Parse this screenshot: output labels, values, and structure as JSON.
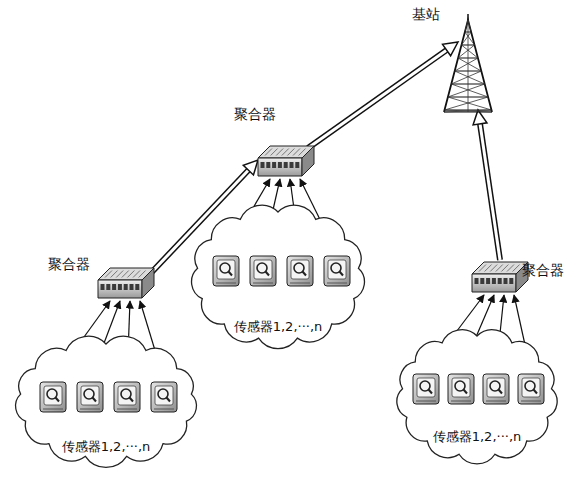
{
  "diagram": {
    "nodes": [
      {
        "text": [
          "基站"
        ]
      },
      {
        "text": [
          "聚合器"
        ]
      },
      {
        "text": [
          "传感器1,2,···,n"
        ]
      },
      {
        "text": [
          "聚合器"
        ]
      },
      {
        "text": [
          "传感器1,2,···,n"
        ]
      },
      {
        "text": [
          "聚合器"
        ]
      },
      {
        "text": [
          "传感器1,2,···,n"
        ]
      }
    ],
    "edges": [
      {
        "from": 2,
        "to": 1,
        "arrow": "to"
      },
      {
        "from": 2,
        "to": 1,
        "arrow": "to"
      },
      {
        "from": 2,
        "to": 1,
        "arrow": "to"
      },
      {
        "from": 2,
        "to": 1,
        "arrow": "to"
      },
      {
        "from": 4,
        "to": 3,
        "arrow": "to"
      },
      {
        "from": 4,
        "to": 3,
        "arrow": "to"
      },
      {
        "from": 4,
        "to": 3,
        "arrow": "to"
      },
      {
        "from": 4,
        "to": 3,
        "arrow": "to"
      },
      {
        "from": 6,
        "to": 5,
        "arrow": "to"
      },
      {
        "from": 6,
        "to": 5,
        "arrow": "to"
      },
      {
        "from": 6,
        "to": 5,
        "arrow": "to"
      },
      {
        "from": 6,
        "to": 5,
        "arrow": "to"
      },
      {
        "from": 3,
        "to": 1,
        "arrow": "to"
      },
      {
        "from": 1,
        "to": 0,
        "arrow": "to"
      },
      {
        "from": 5,
        "to": 0,
        "arrow": "to"
      }
    ]
  }
}
